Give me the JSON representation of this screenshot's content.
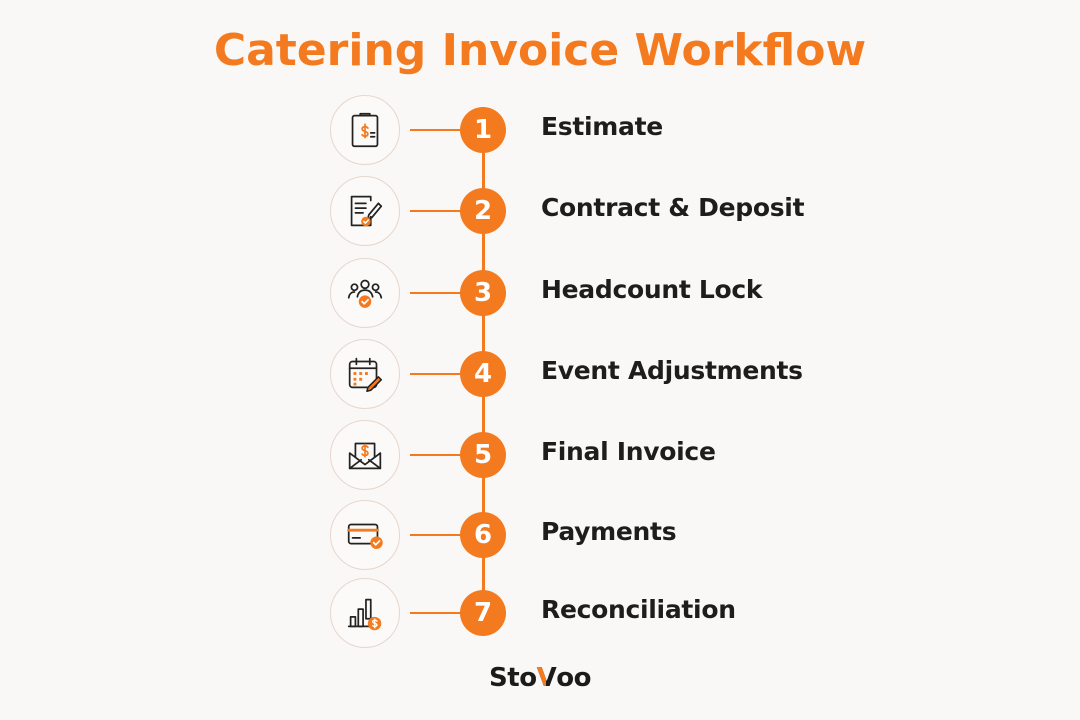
{
  "title": "Catering Invoice Workflow",
  "steps": [
    {
      "number": "1",
      "label": "Estimate",
      "icon": "invoice-clipboard-dollar-icon"
    },
    {
      "number": "2",
      "label": "Contract & Deposit",
      "icon": "contract-signature-check-icon"
    },
    {
      "number": "3",
      "label": "Headcount Lock",
      "icon": "people-group-check-icon"
    },
    {
      "number": "4",
      "label": "Event Adjustments",
      "icon": "calendar-edit-icon"
    },
    {
      "number": "5",
      "label": "Final Invoice",
      "icon": "envelope-dollar-icon"
    },
    {
      "number": "6",
      "label": "Payments",
      "icon": "credit-card-check-icon"
    },
    {
      "number": "7",
      "label": "Reconciliation",
      "icon": "bar-chart-dollar-icon"
    }
  ],
  "logo": {
    "prefix": "Sto",
    "v": "V",
    "suffix": "oo"
  },
  "colors": {
    "accent": "#f47a1f",
    "text": "#1d1d1d",
    "background": "#f9f8f6"
  }
}
